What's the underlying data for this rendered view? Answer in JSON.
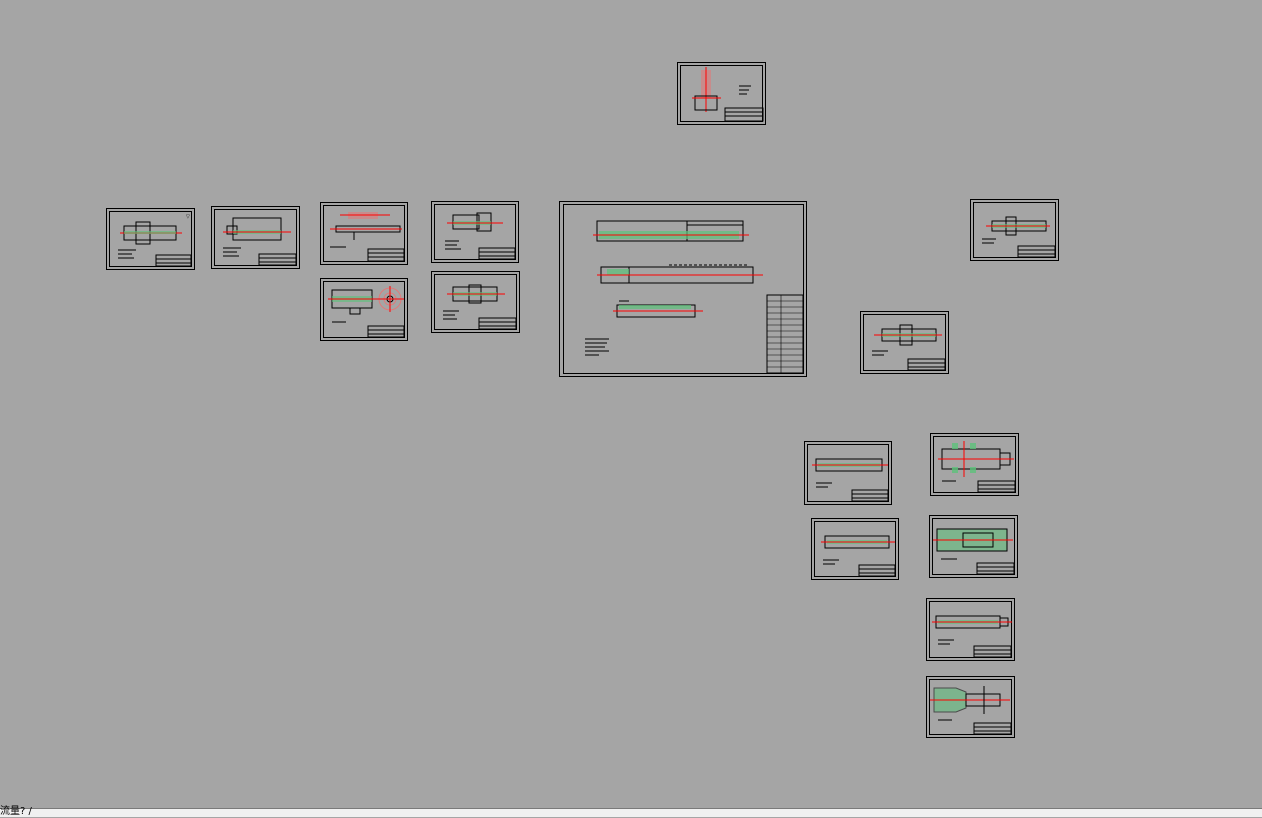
{
  "app": {
    "canvas_bg": "#a5a5a5"
  },
  "colors": {
    "frame": "#000000",
    "centerline": "#ff0000",
    "section": "#5cc27a",
    "detail": "#333333"
  },
  "drawings": [
    {
      "id": "sheet-top-center",
      "kind": "bracket"
    },
    {
      "id": "sheet-row1-a",
      "kind": "shaft"
    },
    {
      "id": "sheet-row1-b",
      "kind": "shaft"
    },
    {
      "id": "sheet-row1-c",
      "kind": "shaft"
    },
    {
      "id": "sheet-row1-d",
      "kind": "shaft"
    },
    {
      "id": "sheet-row2-c",
      "kind": "flange"
    },
    {
      "id": "sheet-row2-d",
      "kind": "shaft"
    },
    {
      "id": "sheet-assembly",
      "kind": "assembly"
    },
    {
      "id": "sheet-right-top",
      "kind": "shaft"
    },
    {
      "id": "sheet-right-mid",
      "kind": "shaft"
    },
    {
      "id": "sheet-lower-a",
      "kind": "shaft"
    },
    {
      "id": "sheet-lower-b",
      "kind": "shaft"
    },
    {
      "id": "sheet-lower-c",
      "kind": "shaft"
    },
    {
      "id": "sheet-lower-d",
      "kind": "shaft"
    },
    {
      "id": "sheet-lower-e",
      "kind": "shaft"
    },
    {
      "id": "sheet-lower-f",
      "kind": "shaft"
    }
  ],
  "status_bar": {
    "text": "流量? /"
  }
}
